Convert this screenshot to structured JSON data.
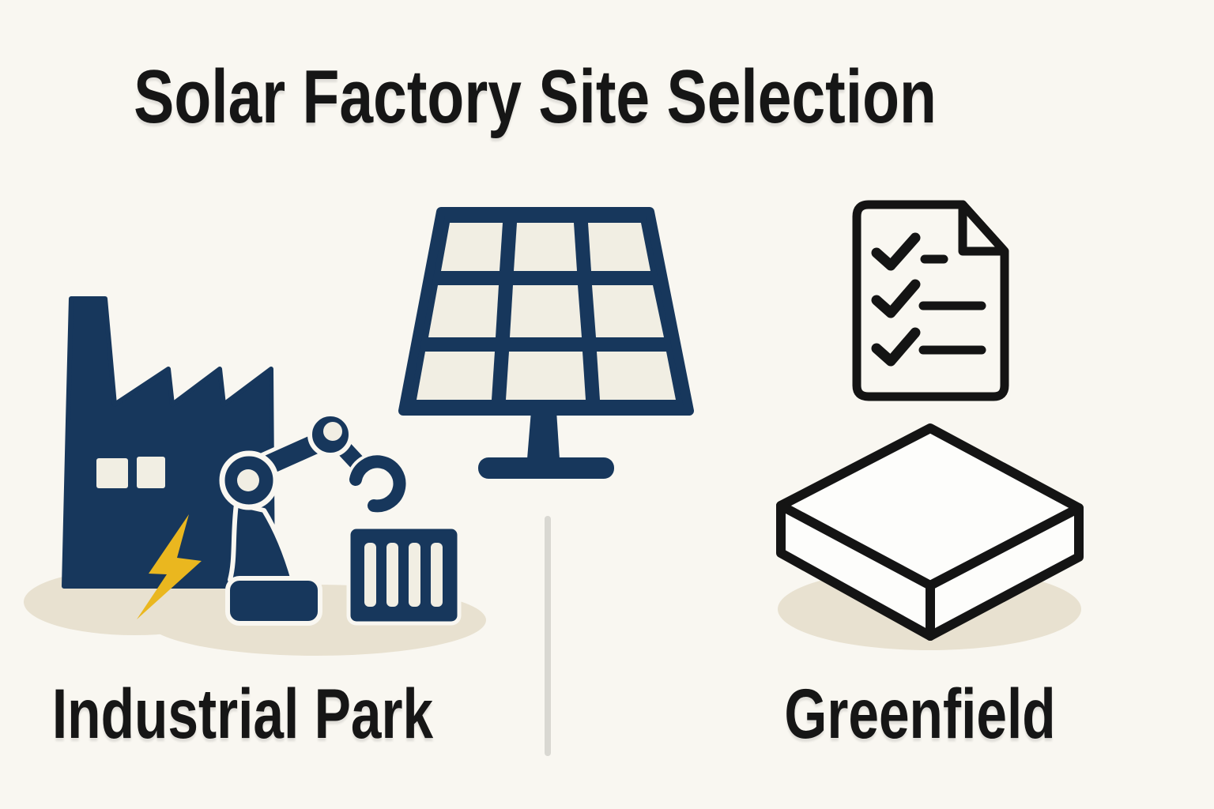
{
  "title": "Solar Factory Site Selection",
  "comparison": {
    "left": {
      "label": "Industrial Park",
      "icons": [
        "factory-icon",
        "lightning-bolt-icon",
        "robot-arm-icon",
        "cargo-container-icon"
      ]
    },
    "right": {
      "label": "Greenfield",
      "icons": [
        "checklist-document-icon",
        "land-plot-icon"
      ]
    },
    "center_icon": "solar-panel-icon"
  },
  "colors": {
    "bg": "#f9f7f1",
    "navy": "#17375c",
    "yellow": "#eab71f",
    "beige": "#e8e1d0",
    "cell": "#f1eee3",
    "black": "#141414",
    "white": "#fdfdfb",
    "divider": "#d9d8d2",
    "text": "#161616"
  }
}
